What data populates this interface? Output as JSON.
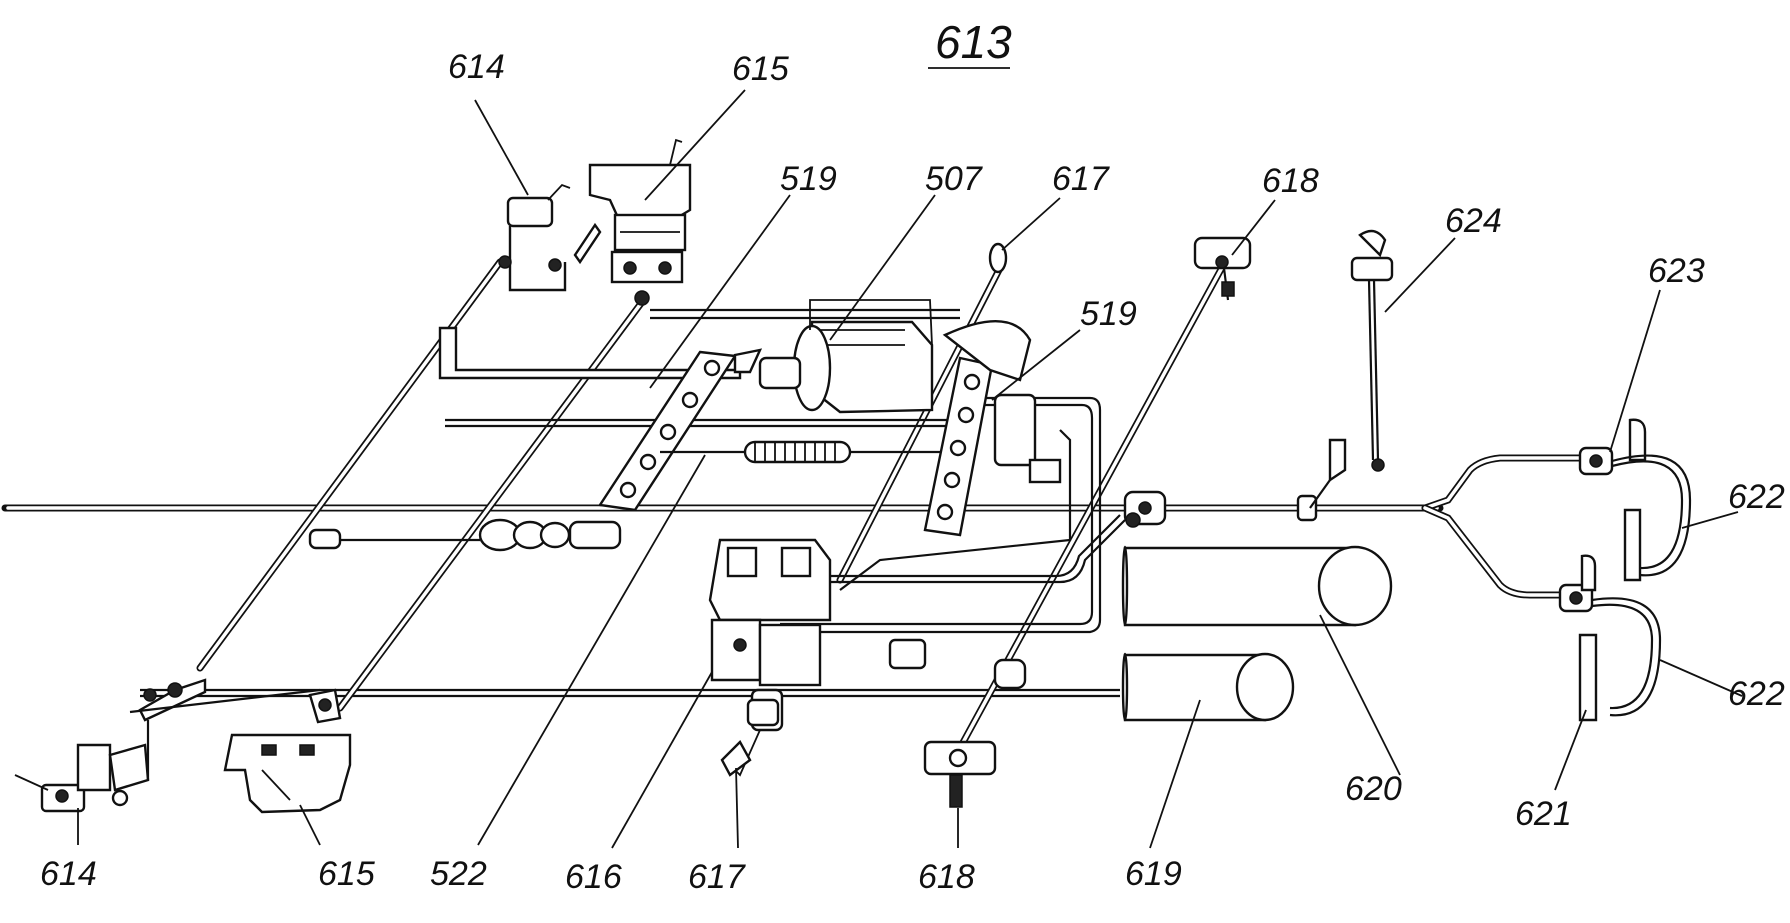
{
  "title": "613",
  "labels": [
    {
      "id": "614-top",
      "text": "614"
    },
    {
      "id": "615-top",
      "text": "615"
    },
    {
      "id": "519-left",
      "text": "519"
    },
    {
      "id": "507",
      "text": "507"
    },
    {
      "id": "617-top",
      "text": "617"
    },
    {
      "id": "618-top",
      "text": "618"
    },
    {
      "id": "624",
      "text": "624"
    },
    {
      "id": "623",
      "text": "623"
    },
    {
      "id": "519-right",
      "text": "519"
    },
    {
      "id": "622-upper",
      "text": "622"
    },
    {
      "id": "622-lower",
      "text": "622"
    },
    {
      "id": "614-bottom",
      "text": "614"
    },
    {
      "id": "615-bottom",
      "text": "615"
    },
    {
      "id": "522",
      "text": "522"
    },
    {
      "id": "616",
      "text": "616"
    },
    {
      "id": "617-bottom",
      "text": "617"
    },
    {
      "id": "618-bottom",
      "text": "618"
    },
    {
      "id": "619",
      "text": "619"
    },
    {
      "id": "620",
      "text": "620"
    },
    {
      "id": "621",
      "text": "621"
    }
  ]
}
